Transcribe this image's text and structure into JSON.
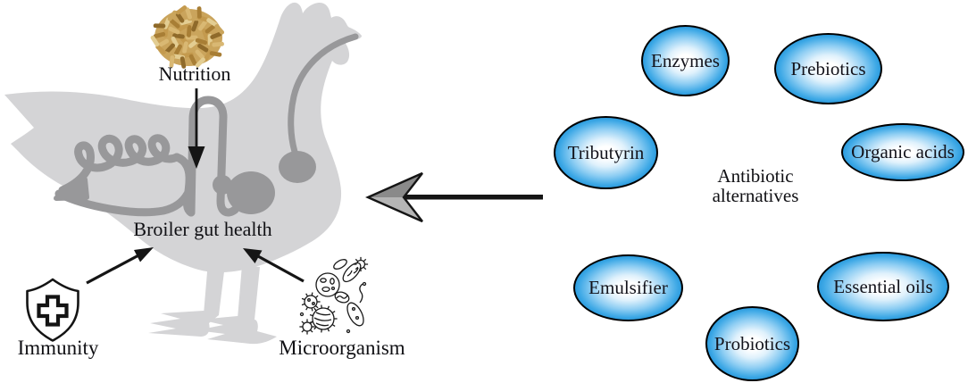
{
  "figure": {
    "broiler": {
      "nutrition_label": "Nutrition",
      "immunity_label": "Immunity",
      "microorganism_label": "Microorganism",
      "gut_health_label": "Broiler gut health"
    },
    "alternatives": {
      "title_line1": "Antibiotic",
      "title_line2": "alternatives",
      "bubbles": [
        {
          "label": "Enzymes"
        },
        {
          "label": "Prebiotics"
        },
        {
          "label": "Tributyrin"
        },
        {
          "label": "Organic acids"
        },
        {
          "label": "Emulsifier"
        },
        {
          "label": "Probiotics"
        },
        {
          "label": "Essential oils"
        }
      ]
    },
    "colors": {
      "bubble_blue": "#2d9cde",
      "bubble_outline": "#000000",
      "text": "#101014",
      "chicken_body": "#d4d4d6",
      "chicken_gut": "#98989a",
      "arrow_black": "#151515",
      "arrow_head_dark": "#8a8a8a",
      "arrow_head_light": "#b5b5b5",
      "pellet_browns": [
        "#d9b873",
        "#c49a4e",
        "#a87e35",
        "#e3cd92",
        "#8f6a2a",
        "#caa55c"
      ]
    }
  }
}
